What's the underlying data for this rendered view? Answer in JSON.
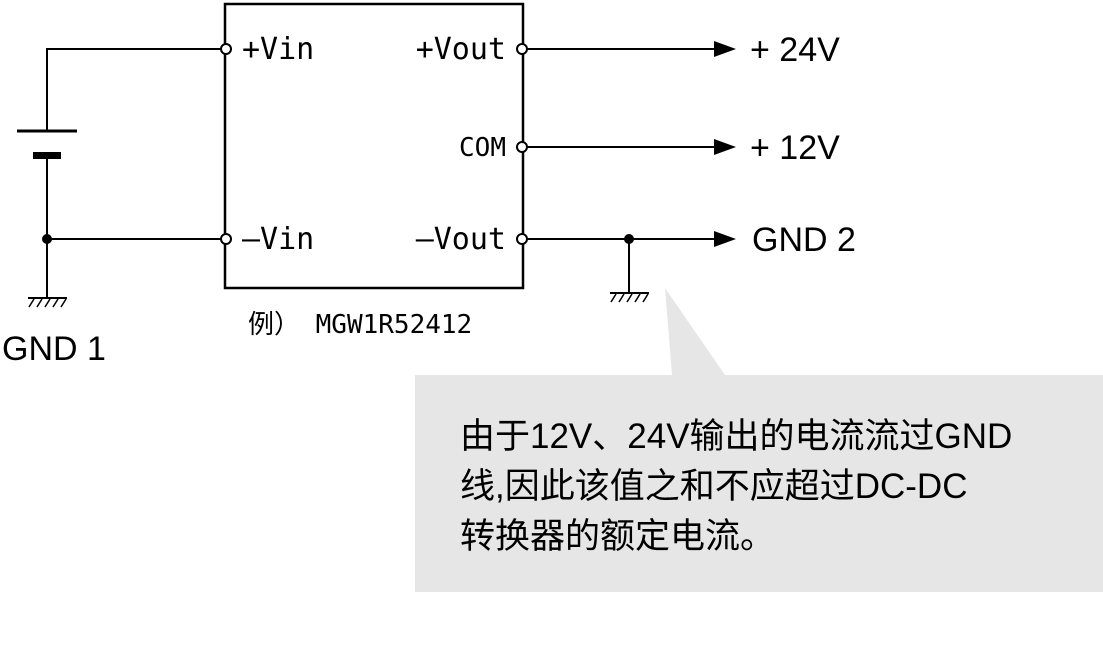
{
  "pins": {
    "vin_pos": "+Vin",
    "vin_neg": "–Vin",
    "vout_pos": "+Vout",
    "com": "COM",
    "vout_neg": "–Vout"
  },
  "outputs": {
    "v24": "+ 24V",
    "v12": "+ 12V",
    "gnd2": "GND 2"
  },
  "grounds": {
    "gnd1": "GND 1"
  },
  "example_label": "例） MGW1R52412",
  "callout": {
    "line1": "由于12V、24V输出的电流流过GND",
    "line2": "线,因此该值之和不应超过DC-DC",
    "line3": "转换器的额定电流。"
  },
  "colors": {
    "callout_background": "#e6e6e6",
    "line": "#000000"
  }
}
